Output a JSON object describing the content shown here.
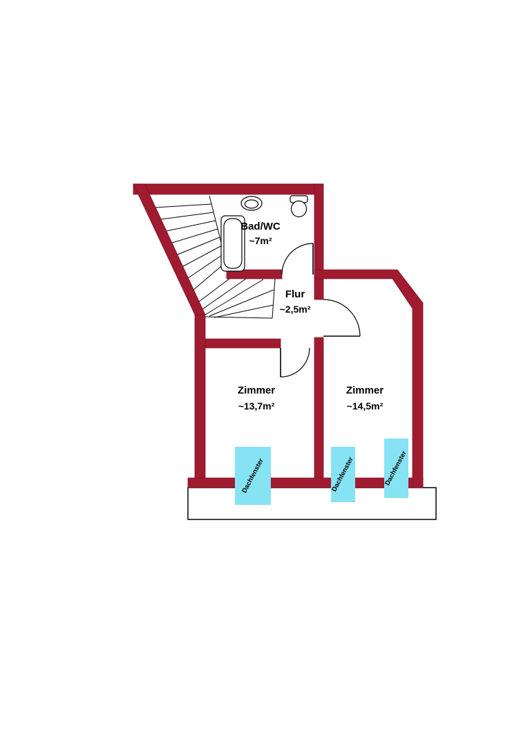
{
  "colors": {
    "wall": "#A01B30",
    "window": "#86E3F4",
    "background": "#ffffff"
  },
  "rooms": {
    "badwc": {
      "name": "Bad/WC",
      "area": "~7m²"
    },
    "flur": {
      "name": "Flur",
      "area": "~2,5m²"
    },
    "zimmer_left": {
      "name": "Zimmer",
      "area": "~13,7m²"
    },
    "zimmer_right": {
      "name": "Zimmer",
      "area": "~14,5m²"
    }
  },
  "windows": {
    "left": {
      "label": "Dachfenster"
    },
    "middle": {
      "label": "Dachfenster"
    },
    "right": {
      "label": "Dachfenster"
    }
  }
}
